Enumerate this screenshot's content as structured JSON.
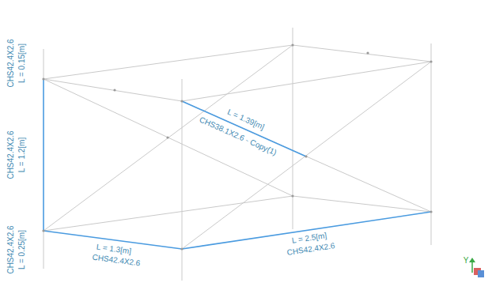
{
  "diagram": {
    "labels": [
      "L = 0.15[m]",
      "CHS42.4X2.6",
      "L = 1.2[m]",
      "CHS42.4X2.6",
      "L = 0.25[m]",
      "CHS42.4X2.6",
      "L = 1.39[m]",
      "CHS38.1X2.6 - Copy(1)",
      "L = 1.3[m]",
      "CHS42.4X2.6",
      "L = 2.5[m]",
      "CHS42.4X2.6",
      "Y"
    ]
  }
}
